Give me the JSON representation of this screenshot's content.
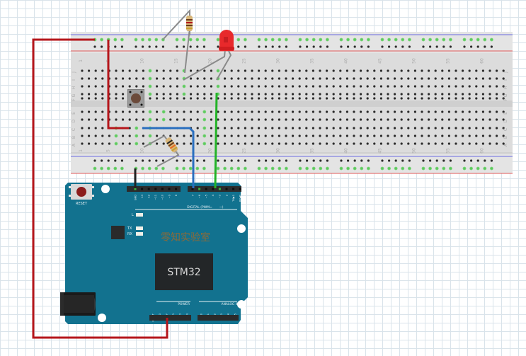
{
  "title": "STM32 button + LED breadboard circuit",
  "breadboard": {
    "columns": 63,
    "row_labels_top": [
      "J",
      "I",
      "H",
      "G",
      "F"
    ],
    "row_labels_bottom": [
      "E",
      "D",
      "C",
      "B",
      "A"
    ],
    "column_markers": [
      "1",
      "5",
      "10",
      "15",
      "20",
      "25",
      "30",
      "35",
      "40",
      "45",
      "50",
      "55",
      "60"
    ]
  },
  "board": {
    "label_text": "零知实验室",
    "chip_label": "STM32",
    "reset_label": "RESET",
    "led_labels": [
      "L",
      "TX",
      "RX"
    ],
    "digital_label": "DIGITAL (PWM=",
    "digital_tilde": "~)",
    "power_label": "POWER",
    "analog_label": "ANALOG IN",
    "header_top_left": [
      "GND",
      "13",
      "12",
      "~11",
      "~10",
      "~9",
      "8"
    ],
    "header_top_right": [
      "7",
      "~6",
      "~5",
      "4",
      "~3",
      "2",
      "TX▶1",
      "RX◀0"
    ],
    "header_power": [
      "RESET",
      "3V3",
      "5V",
      "GND",
      "GND",
      "VIN"
    ],
    "header_analog": [
      "A0",
      "A1",
      "A2",
      "A3",
      "A4",
      "A5"
    ]
  },
  "components": {
    "button": "Tactile push button",
    "led": "Red LED",
    "resistor_top": "Resistor (LED)",
    "resistor_bottom": "Resistor (button pull-down)"
  },
  "colors": {
    "board": "#12728f",
    "wire_red": "#b5161b",
    "wire_blue": "#2a6fbf",
    "wire_green": "#23b327",
    "wire_black": "#222222",
    "lead_gray": "#8a8a8a",
    "led_red": "#e8292b",
    "hole_green": "#5ec95e",
    "board_text": "#8a6a3a"
  }
}
